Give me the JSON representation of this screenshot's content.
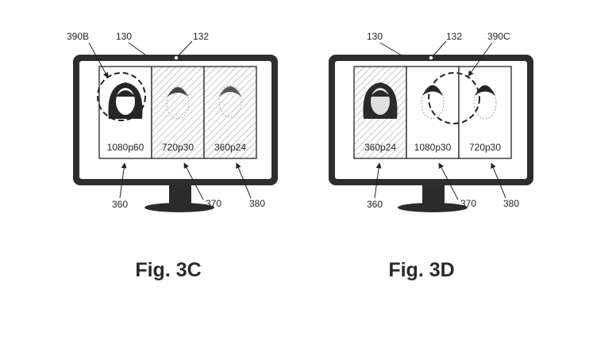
{
  "figures": [
    {
      "caption": "Fig. 3C",
      "refs": {
        "monitor": "130",
        "camera": "132",
        "highlight": "390B",
        "tile1": "360",
        "tile2": "370",
        "tile3": "380"
      },
      "tiles": [
        {
          "label": "1080p60",
          "shaded": false,
          "hair": "long"
        },
        {
          "label": "720p30",
          "shaded": true,
          "hair": "short"
        },
        {
          "label": "360p24",
          "shaded": true,
          "hair": "short"
        }
      ]
    },
    {
      "caption": "Fig. 3D",
      "refs": {
        "monitor": "130",
        "camera": "132",
        "highlight": "390C",
        "tile1": "360",
        "tile2": "370",
        "tile3": "380"
      },
      "tiles": [
        {
          "label": "360p24",
          "shaded": true,
          "hair": "long"
        },
        {
          "label": "1080p30",
          "shaded": false,
          "hair": "short"
        },
        {
          "label": "720p30",
          "shaded": false,
          "hair": "short"
        }
      ]
    }
  ]
}
